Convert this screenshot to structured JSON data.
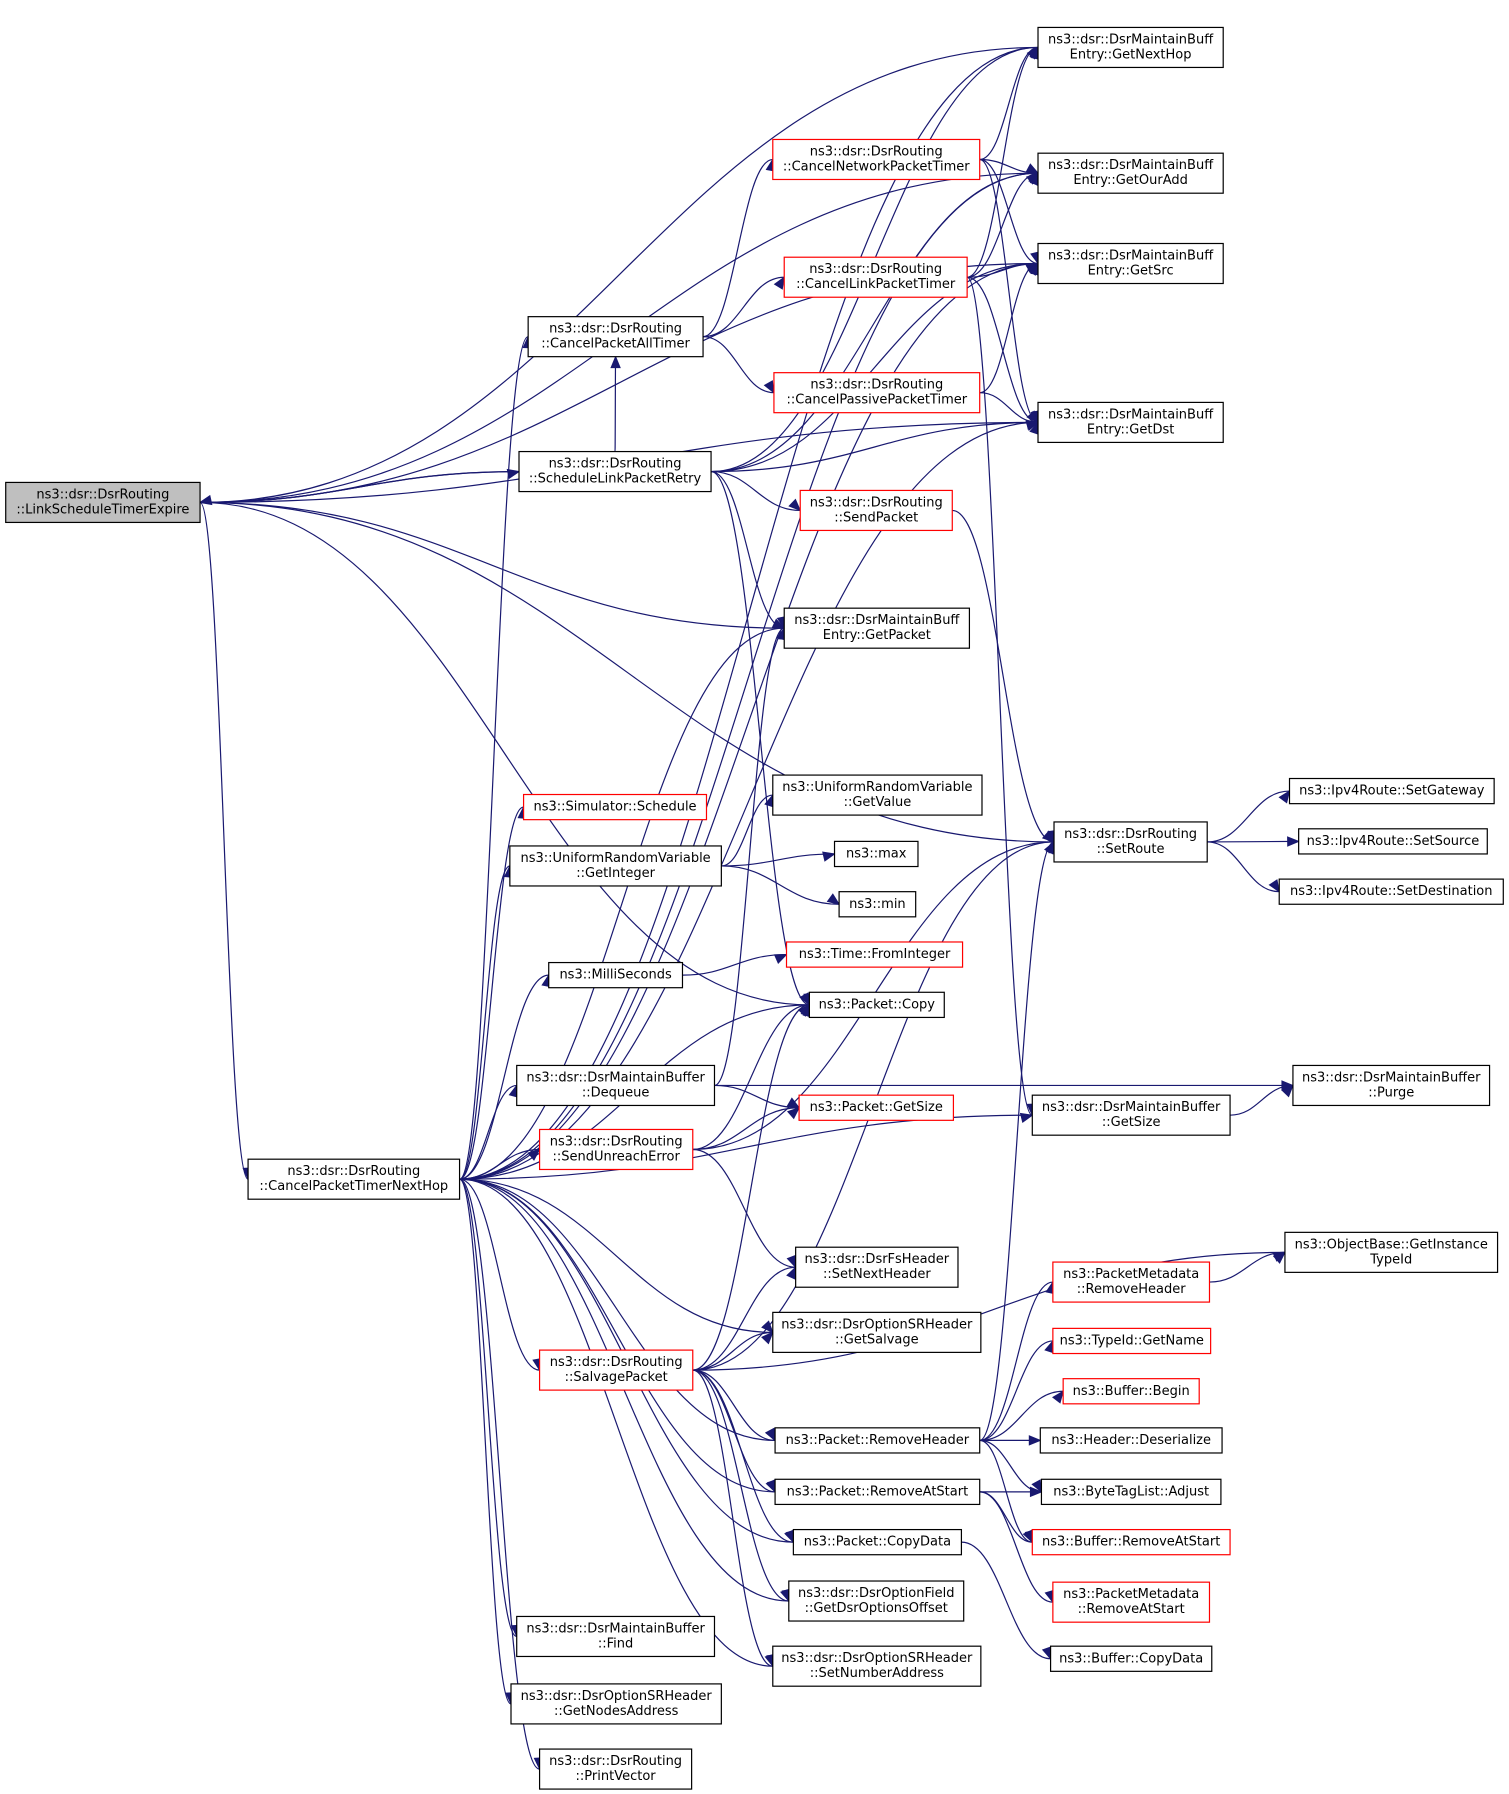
{
  "diagram": {
    "nodes": [
      {
        "id": "root",
        "lines": [
          "ns3::dsr::DsrRouting",
          "::LinkScheduleTimerExpire"
        ],
        "style": "root"
      },
      {
        "id": "getNextHop",
        "lines": [
          "ns3::dsr::DsrMaintainBuff",
          "Entry::GetNextHop"
        ],
        "style": "black"
      },
      {
        "id": "getOurAdd",
        "lines": [
          "ns3::dsr::DsrMaintainBuff",
          "Entry::GetOurAdd"
        ],
        "style": "black"
      },
      {
        "id": "getSrc",
        "lines": [
          "ns3::dsr::DsrMaintainBuff",
          "Entry::GetSrc"
        ],
        "style": "black"
      },
      {
        "id": "getDst",
        "lines": [
          "ns3::dsr::DsrMaintainBuff",
          "Entry::GetDst"
        ],
        "style": "black"
      },
      {
        "id": "cancelNetwork",
        "lines": [
          "ns3::dsr::DsrRouting",
          "::CancelNetworkPacketTimer"
        ],
        "style": "red"
      },
      {
        "id": "cancelLink",
        "lines": [
          "ns3::dsr::DsrRouting",
          "::CancelLinkPacketTimer"
        ],
        "style": "red"
      },
      {
        "id": "cancelAll",
        "lines": [
          "ns3::dsr::DsrRouting",
          "::CancelPacketAllTimer"
        ],
        "style": "black"
      },
      {
        "id": "cancelPassive",
        "lines": [
          "ns3::dsr::DsrRouting",
          "::CancelPassivePacketTimer"
        ],
        "style": "red"
      },
      {
        "id": "scheduleRetry",
        "lines": [
          "ns3::dsr::DsrRouting",
          "::ScheduleLinkPacketRetry"
        ],
        "style": "black"
      },
      {
        "id": "sendPacket",
        "lines": [
          "ns3::dsr::DsrRouting",
          "::SendPacket"
        ],
        "style": "red"
      },
      {
        "id": "getPacket",
        "lines": [
          "ns3::dsr::DsrMaintainBuff",
          "Entry::GetPacket"
        ],
        "style": "black"
      },
      {
        "id": "simSchedule",
        "lines": [
          "ns3::Simulator::Schedule"
        ],
        "style": "red"
      },
      {
        "id": "urvGetValue",
        "lines": [
          "ns3::UniformRandomVariable",
          "::GetValue"
        ],
        "style": "black"
      },
      {
        "id": "urvGetInteger",
        "lines": [
          "ns3::UniformRandomVariable",
          "::GetInteger"
        ],
        "style": "black"
      },
      {
        "id": "max",
        "lines": [
          "ns3::max"
        ],
        "style": "black"
      },
      {
        "id": "min",
        "lines": [
          "ns3::min"
        ],
        "style": "black"
      },
      {
        "id": "setRoute",
        "lines": [
          "ns3::dsr::DsrRouting",
          "::SetRoute"
        ],
        "style": "black"
      },
      {
        "id": "setGateway",
        "lines": [
          "ns3::Ipv4Route::SetGateway"
        ],
        "style": "black"
      },
      {
        "id": "setSource",
        "lines": [
          "ns3::Ipv4Route::SetSource"
        ],
        "style": "black"
      },
      {
        "id": "setDestination",
        "lines": [
          "ns3::Ipv4Route::SetDestination"
        ],
        "style": "black"
      },
      {
        "id": "timeFromInteger",
        "lines": [
          "ns3::Time::FromInteger"
        ],
        "style": "red"
      },
      {
        "id": "milliSeconds",
        "lines": [
          "ns3::MilliSeconds"
        ],
        "style": "black"
      },
      {
        "id": "packetCopy",
        "lines": [
          "ns3::Packet::Copy"
        ],
        "style": "black"
      },
      {
        "id": "dequeue",
        "lines": [
          "ns3::dsr::DsrMaintainBuffer",
          "::Dequeue"
        ],
        "style": "black"
      },
      {
        "id": "purge",
        "lines": [
          "ns3::dsr::DsrMaintainBuffer",
          "::Purge"
        ],
        "style": "black"
      },
      {
        "id": "bufGetSize",
        "lines": [
          "ns3::dsr::DsrMaintainBuffer",
          "::GetSize"
        ],
        "style": "black"
      },
      {
        "id": "packetGetSize",
        "lines": [
          "ns3::Packet::GetSize"
        ],
        "style": "red"
      },
      {
        "id": "sendUnreach",
        "lines": [
          "ns3::dsr::DsrRouting",
          "::SendUnreachError"
        ],
        "style": "red"
      },
      {
        "id": "cancelNextHop",
        "lines": [
          "ns3::dsr::DsrRouting",
          "::CancelPacketTimerNextHop"
        ],
        "style": "black"
      },
      {
        "id": "setNextHeader",
        "lines": [
          "ns3::dsr::DsrFsHeader",
          "::SetNextHeader"
        ],
        "style": "black"
      },
      {
        "id": "getInstanceTypeId",
        "lines": [
          "ns3::ObjectBase::GetInstance",
          "TypeId"
        ],
        "style": "black"
      },
      {
        "id": "pmRemoveHeader",
        "lines": [
          "ns3::PacketMetadata",
          "::RemoveHeader"
        ],
        "style": "red"
      },
      {
        "id": "getSalvage",
        "lines": [
          "ns3::dsr::DsrOptionSRHeader",
          "::GetSalvage"
        ],
        "style": "black"
      },
      {
        "id": "salvagePacket",
        "lines": [
          "ns3::dsr::DsrRouting",
          "::SalvagePacket"
        ],
        "style": "red"
      },
      {
        "id": "typeIdGetName",
        "lines": [
          "ns3::TypeId::GetName"
        ],
        "style": "red"
      },
      {
        "id": "bufferBegin",
        "lines": [
          "ns3::Buffer::Begin"
        ],
        "style": "red"
      },
      {
        "id": "packetRemoveHeader",
        "lines": [
          "ns3::Packet::RemoveHeader"
        ],
        "style": "black"
      },
      {
        "id": "headerDeserialize",
        "lines": [
          "ns3::Header::Deserialize"
        ],
        "style": "black"
      },
      {
        "id": "packetRemoveAtStart",
        "lines": [
          "ns3::Packet::RemoveAtStart"
        ],
        "style": "black"
      },
      {
        "id": "byteTagAdjust",
        "lines": [
          "ns3::ByteTagList::Adjust"
        ],
        "style": "black"
      },
      {
        "id": "packetCopyData",
        "lines": [
          "ns3::Packet::CopyData"
        ],
        "style": "black"
      },
      {
        "id": "bufferRemoveAtStart",
        "lines": [
          "ns3::Buffer::RemoveAtStart"
        ],
        "style": "red"
      },
      {
        "id": "getDsrOptionsOffset",
        "lines": [
          "ns3::dsr::DsrOptionField",
          "::GetDsrOptionsOffset"
        ],
        "style": "black"
      },
      {
        "id": "pmRemoveAtStart",
        "lines": [
          "ns3::PacketMetadata",
          "::RemoveAtStart"
        ],
        "style": "red"
      },
      {
        "id": "bufFind",
        "lines": [
          "ns3::dsr::DsrMaintainBuffer",
          "::Find"
        ],
        "style": "black"
      },
      {
        "id": "setNumberAddress",
        "lines": [
          "ns3::dsr::DsrOptionSRHeader",
          "::SetNumberAddress"
        ],
        "style": "black"
      },
      {
        "id": "bufferCopyData",
        "lines": [
          "ns3::Buffer::CopyData"
        ],
        "style": "black"
      },
      {
        "id": "getNodesAddress",
        "lines": [
          "ns3::dsr::DsrOptionSRHeader",
          "::GetNodesAddress"
        ],
        "style": "black"
      },
      {
        "id": "printVector",
        "lines": [
          "ns3::dsr::DsrRouting",
          "::PrintVector"
        ],
        "style": "black"
      }
    ],
    "edges": [
      [
        "root",
        "getNextHop"
      ],
      [
        "root",
        "getOurAdd"
      ],
      [
        "root",
        "getSrc"
      ],
      [
        "root",
        "getDst"
      ],
      [
        "root",
        "scheduleRetry"
      ],
      [
        "root",
        "getPacket"
      ],
      [
        "root",
        "setRoute"
      ],
      [
        "root",
        "packetCopy"
      ],
      [
        "root",
        "cancelNextHop"
      ],
      [
        "scheduleRetry",
        "root"
      ],
      [
        "scheduleRetry",
        "getNextHop"
      ],
      [
        "scheduleRetry",
        "getOurAdd"
      ],
      [
        "scheduleRetry",
        "getSrc"
      ],
      [
        "scheduleRetry",
        "getDst"
      ],
      [
        "scheduleRetry",
        "sendPacket"
      ],
      [
        "scheduleRetry",
        "getPacket"
      ],
      [
        "scheduleRetry",
        "cancelAll"
      ],
      [
        "scheduleRetry",
        "packetCopy"
      ],
      [
        "cancelAll",
        "cancelNetwork"
      ],
      [
        "cancelAll",
        "cancelLink"
      ],
      [
        "cancelAll",
        "cancelPassive"
      ],
      [
        "cancelNetwork",
        "getNextHop"
      ],
      [
        "cancelNetwork",
        "getOurAdd"
      ],
      [
        "cancelNetwork",
        "getSrc"
      ],
      [
        "cancelNetwork",
        "getDst"
      ],
      [
        "cancelLink",
        "getNextHop"
      ],
      [
        "cancelLink",
        "getOurAdd"
      ],
      [
        "cancelLink",
        "getSrc"
      ],
      [
        "cancelLink",
        "getDst"
      ],
      [
        "cancelLink",
        "bufGetSize"
      ],
      [
        "cancelPassive",
        "getSrc"
      ],
      [
        "cancelPassive",
        "getDst"
      ],
      [
        "sendPacket",
        "setRoute"
      ],
      [
        "setRoute",
        "setGateway"
      ],
      [
        "setRoute",
        "setSource"
      ],
      [
        "setRoute",
        "setDestination"
      ],
      [
        "urvGetInteger",
        "urvGetValue"
      ],
      [
        "urvGetInteger",
        "max"
      ],
      [
        "urvGetInteger",
        "min"
      ],
      [
        "milliSeconds",
        "timeFromInteger"
      ],
      [
        "dequeue",
        "getPacket"
      ],
      [
        "dequeue",
        "purge"
      ],
      [
        "dequeue",
        "packetGetSize"
      ],
      [
        "bufGetSize",
        "purge"
      ],
      [
        "sendUnreach",
        "packetCopy"
      ],
      [
        "sendUnreach",
        "packetGetSize"
      ],
      [
        "sendUnreach",
        "setRoute"
      ],
      [
        "sendUnreach",
        "setNextHeader"
      ],
      [
        "cancelNextHop",
        "getNextHop"
      ],
      [
        "cancelNextHop",
        "getOurAdd"
      ],
      [
        "cancelNextHop",
        "getSrc"
      ],
      [
        "cancelNextHop",
        "getDst"
      ],
      [
        "cancelNextHop",
        "getPacket"
      ],
      [
        "cancelNextHop",
        "cancelAll"
      ],
      [
        "cancelNextHop",
        "simSchedule"
      ],
      [
        "cancelNextHop",
        "urvGetInteger"
      ],
      [
        "cancelNextHop",
        "milliSeconds"
      ],
      [
        "cancelNextHop",
        "packetCopy"
      ],
      [
        "cancelNextHop",
        "dequeue"
      ],
      [
        "cancelNextHop",
        "bufGetSize"
      ],
      [
        "cancelNextHop",
        "sendUnreach"
      ],
      [
        "cancelNextHop",
        "salvagePacket"
      ],
      [
        "cancelNextHop",
        "getSalvage"
      ],
      [
        "cancelNextHop",
        "packetRemoveHeader"
      ],
      [
        "cancelNextHop",
        "packetRemoveAtStart"
      ],
      [
        "cancelNextHop",
        "packetCopyData"
      ],
      [
        "cancelNextHop",
        "getDsrOptionsOffset"
      ],
      [
        "cancelNextHop",
        "setNumberAddress"
      ],
      [
        "cancelNextHop",
        "bufFind"
      ],
      [
        "cancelNextHop",
        "getNodesAddress"
      ],
      [
        "cancelNextHop",
        "printVector"
      ],
      [
        "salvagePacket",
        "packetCopy"
      ],
      [
        "salvagePacket",
        "setNextHeader"
      ],
      [
        "salvagePacket",
        "getSalvage"
      ],
      [
        "salvagePacket",
        "getInstanceTypeId"
      ],
      [
        "salvagePacket",
        "packetRemoveHeader"
      ],
      [
        "salvagePacket",
        "packetRemoveAtStart"
      ],
      [
        "salvagePacket",
        "packetCopyData"
      ],
      [
        "salvagePacket",
        "getDsrOptionsOffset"
      ],
      [
        "salvagePacket",
        "setNumberAddress"
      ],
      [
        "salvagePacket",
        "setRoute"
      ],
      [
        "packetRemoveHeader",
        "setRoute"
      ],
      [
        "packetRemoveHeader",
        "pmRemoveHeader"
      ],
      [
        "packetRemoveHeader",
        "typeIdGetName"
      ],
      [
        "packetRemoveHeader",
        "bufferBegin"
      ],
      [
        "packetRemoveHeader",
        "headerDeserialize"
      ],
      [
        "packetRemoveHeader",
        "byteTagAdjust"
      ],
      [
        "packetRemoveHeader",
        "bufferRemoveAtStart"
      ],
      [
        "pmRemoveHeader",
        "getInstanceTypeId"
      ],
      [
        "packetRemoveAtStart",
        "byteTagAdjust"
      ],
      [
        "packetRemoveAtStart",
        "bufferRemoveAtStart"
      ],
      [
        "packetRemoveAtStart",
        "pmRemoveAtStart"
      ],
      [
        "packetCopyData",
        "bufferCopyData"
      ]
    ]
  }
}
